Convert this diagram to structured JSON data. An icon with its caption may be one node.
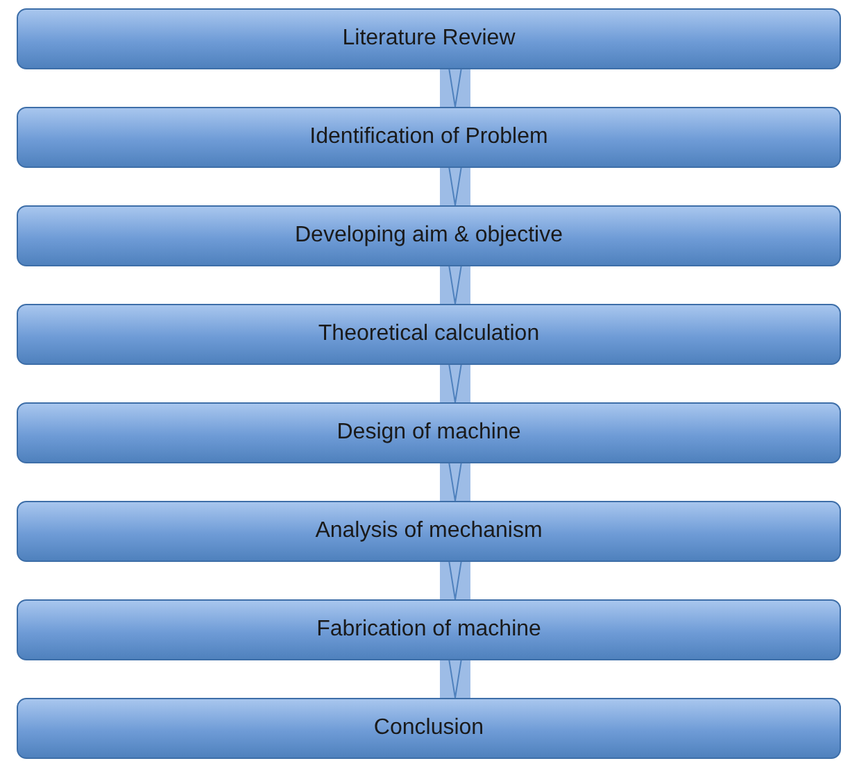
{
  "diagram": {
    "nodes": [
      {
        "text": [
          "Literature Review"
        ]
      },
      {
        "text": [
          "Identification of Problem"
        ]
      },
      {
        "text": [
          "Developing aim & objective"
        ]
      },
      {
        "text": [
          "Theoretical calculation"
        ]
      },
      {
        "text": [
          "Design of machine"
        ]
      },
      {
        "text": [
          "Analysis of mechanism"
        ]
      },
      {
        "text": [
          "Fabrication of machine"
        ]
      },
      {
        "text": [
          "Conclusion"
        ]
      }
    ],
    "edges": [
      {
        "from": 0,
        "to": 1,
        "arrow": "to"
      },
      {
        "from": 1,
        "to": 2,
        "arrow": "to"
      },
      {
        "from": 2,
        "to": 3,
        "arrow": "to"
      },
      {
        "from": 3,
        "to": 4,
        "arrow": "to"
      },
      {
        "from": 4,
        "to": 5,
        "arrow": "to"
      },
      {
        "from": 5,
        "to": 6,
        "arrow": "to"
      },
      {
        "from": 6,
        "to": 7,
        "arrow": "to"
      }
    ]
  }
}
